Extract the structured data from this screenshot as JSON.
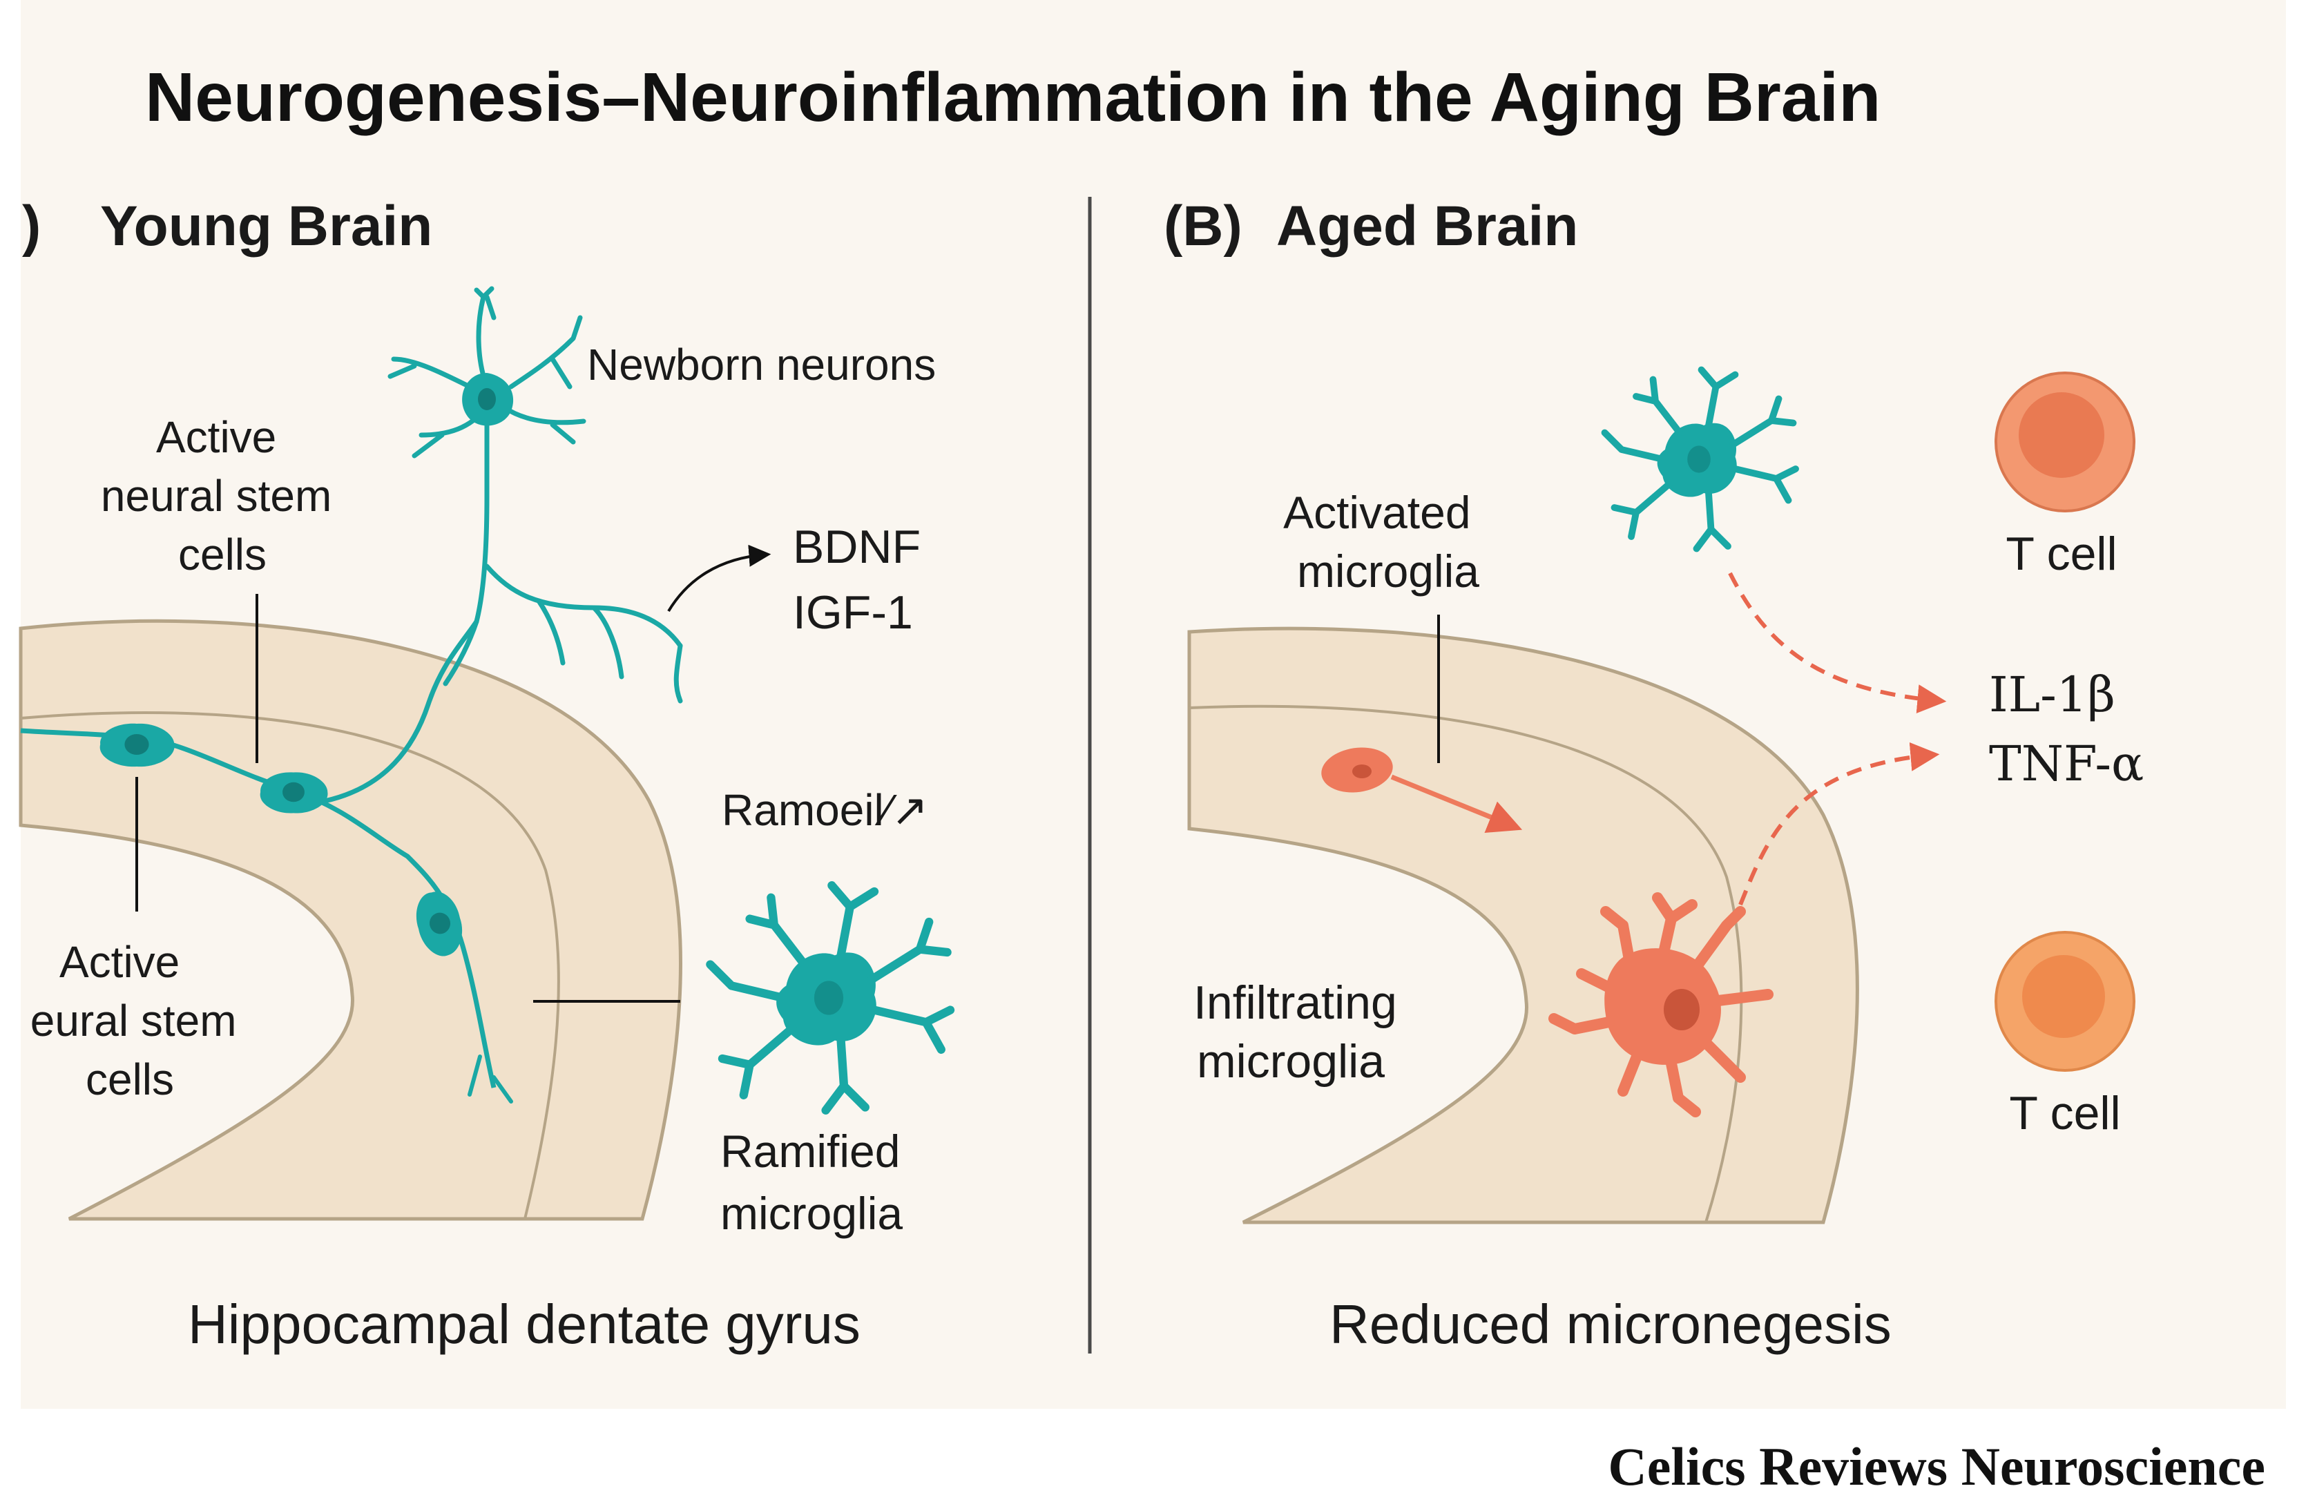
{
  "title": "Neurogenesis–Neuroinflammation in the Aging Brain",
  "panel_a": {
    "letter": ")",
    "heading": "Young Brain",
    "labels": {
      "newborn_neurons": "Newborn neurons",
      "active_nsc_top": [
        "Active",
        "neural stem",
        "cells"
      ],
      "factors": [
        "BDNF",
        "IGF-1"
      ],
      "ramified_partial": "Ramoeil⁄↗",
      "active_nsc_bottom": [
        "Active",
        "eural stem",
        "cells"
      ],
      "ramified_microglia": [
        "Ramified",
        "microglia"
      ]
    },
    "caption": "Hippocampal  dentate gyrus"
  },
  "panel_b": {
    "letter": "(B)",
    "heading": "Aged Brain",
    "labels": {
      "activated_microglia": [
        "Activated",
        "microglia"
      ],
      "t_cell_top": "T cell",
      "cytokines": [
        "IL-1β",
        "TNF-α"
      ],
      "infiltrating_microglia": [
        "Infiltrating",
        "microglia"
      ],
      "t_cell_bottom": "T cell"
    },
    "caption": "Reduced micronegesis"
  },
  "credit": "Celics Reviews Neuroscience",
  "colors": {
    "panel_bg": "#faf6f0",
    "gyrus_fill": "#f1e1cb",
    "gyrus_stroke": "#b5a487",
    "teal": "#1aa8a5",
    "teal_dark": "#117d7a",
    "red_orange": "#ee7a5c",
    "t_cell_outer": "#f39870",
    "t_cell_inner": "#e97a52",
    "arrow_dashed": "#e8664d"
  }
}
